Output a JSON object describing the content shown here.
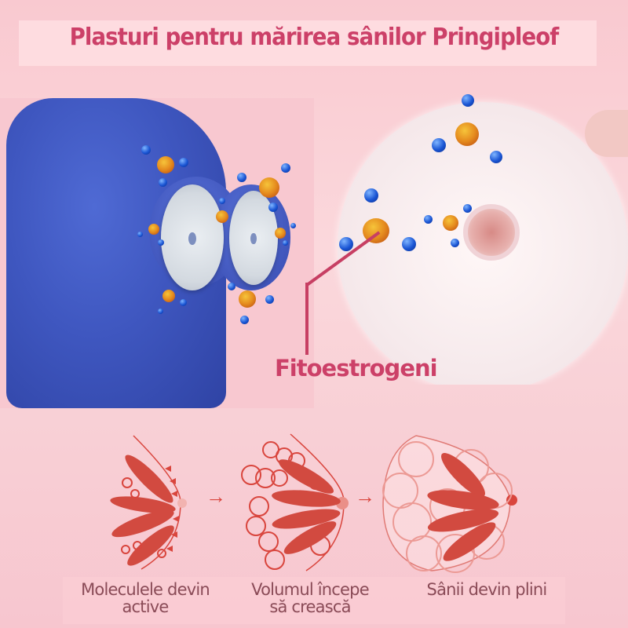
{
  "header": {
    "title": "Plasturi pentru mărirea sânilor Pringipleof"
  },
  "hero": {
    "left_image": "blue-torso-with-patches-and-molecules",
    "right_image": "hand-holding-breast-patch",
    "callout_label": "Fitoestrogeni"
  },
  "process": {
    "steps": [
      {
        "icon": "breast-diagram-stage-1-icon",
        "caption_line1": "Moleculele devin",
        "caption_line2": "active"
      },
      {
        "icon": "breast-diagram-stage-2-icon",
        "caption_line1": "Volumul începe",
        "caption_line2": "să crească"
      },
      {
        "icon": "breast-diagram-stage-3-icon",
        "caption_line1": "Sânii devin plini",
        "caption_line2": ""
      }
    ],
    "arrow_glyph": "→"
  },
  "colors": {
    "title": "#cc4068",
    "caption": "#8a4b57",
    "diagram_red": "#d9453d",
    "torso_blue": "#3f57c0",
    "background_pink": "#fbd8dc"
  }
}
